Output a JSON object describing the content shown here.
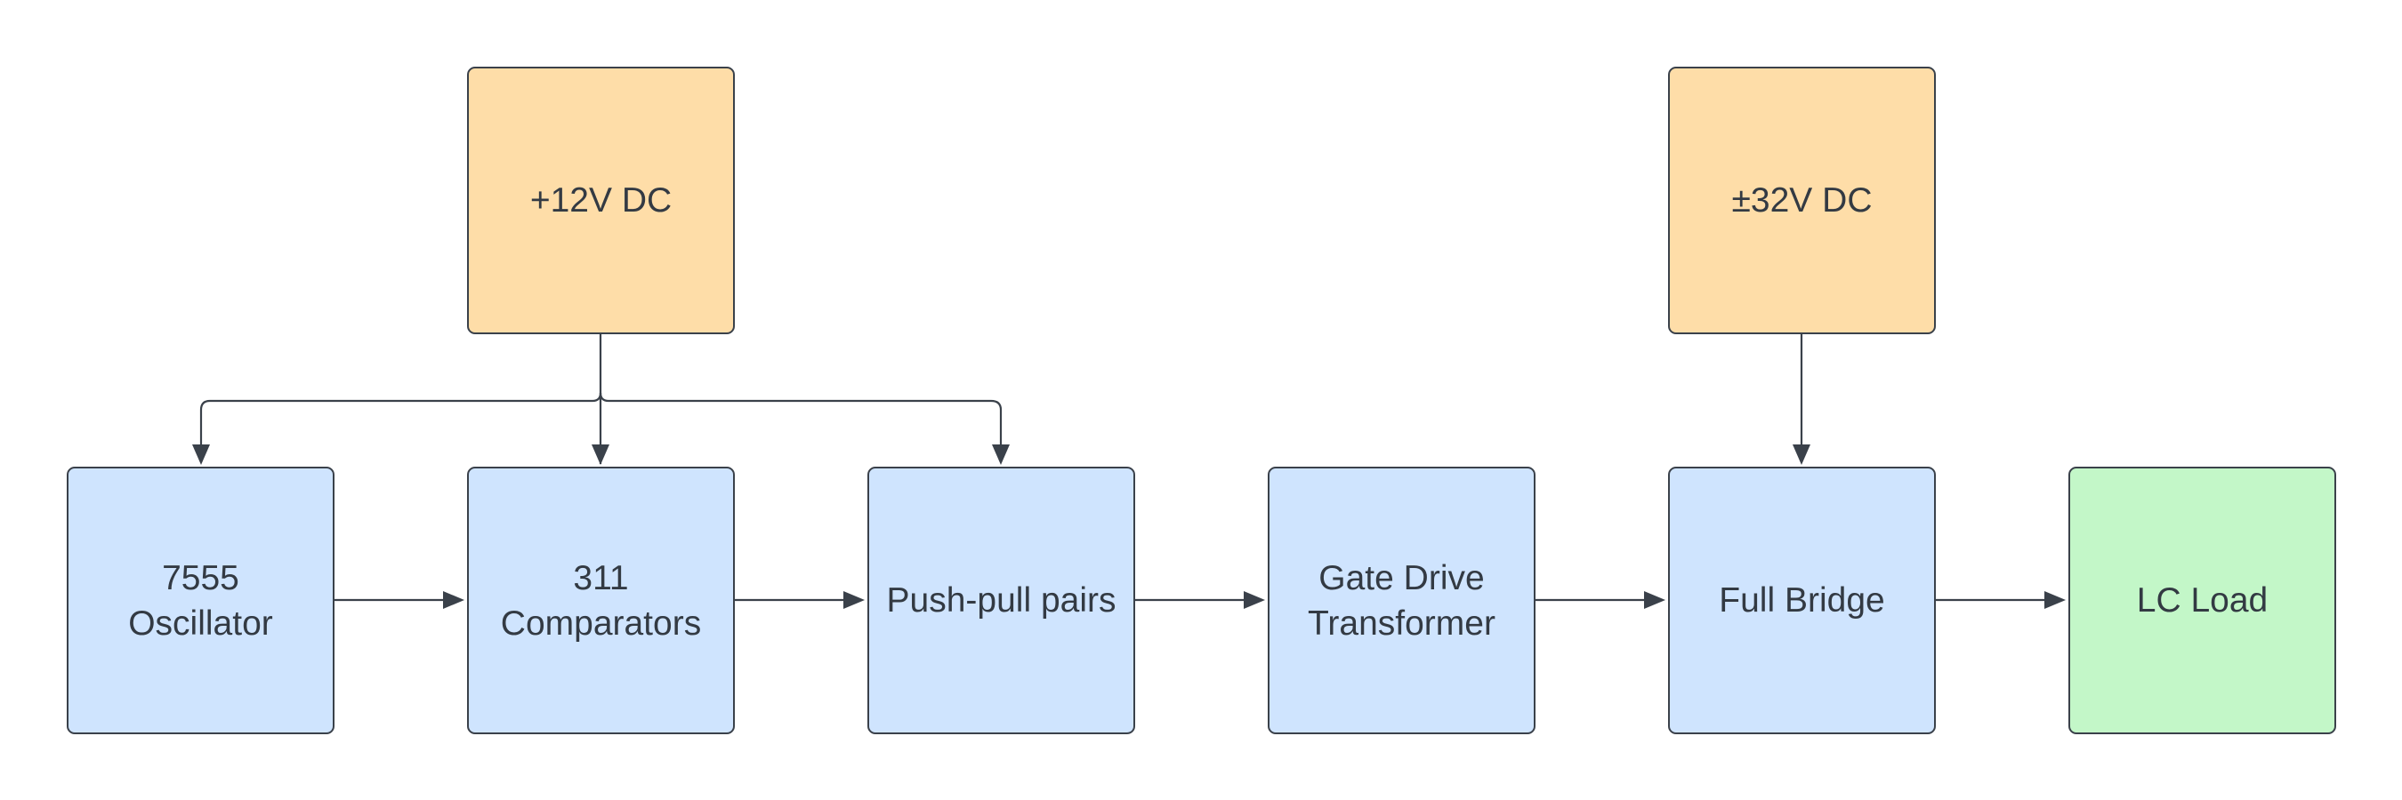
{
  "diagram": {
    "blocks": {
      "supply_12v": "+12V DC",
      "supply_32v": "±32V DC",
      "oscillator": "7555\nOscillator",
      "comparators": "311\nComparators",
      "push_pull": "Push-pull pairs",
      "gate_drive": "Gate Drive\nTransformer",
      "full_bridge": "Full Bridge",
      "lc_load": "LC Load"
    },
    "colors": {
      "supply_fill": "#fedda8",
      "stage_fill": "#cfe4fe",
      "load_fill": "#c3f7c8",
      "border": "#3a414a",
      "text": "#333a43"
    }
  }
}
